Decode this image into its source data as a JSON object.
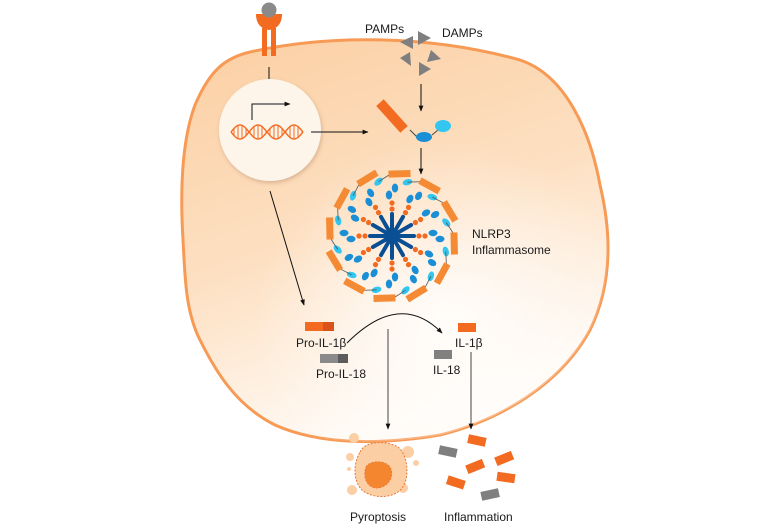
{
  "title": "NLRP3 inflammasome activation pathway",
  "colors": {
    "cell_fill_top": "#fbcfa3",
    "cell_fill_bottom": "#fff7f0",
    "cell_stroke": "#f79a55",
    "orange": "#f26b21",
    "orange_dark": "#d9531a",
    "gray": "#8a8a8a",
    "gray_dark": "#5c5c5c",
    "blue_dark": "#0a4e93",
    "blue_mid": "#1a8fd6",
    "blue_light": "#33c6f0",
    "nucleus_fill": "#fdf5ea",
    "arrow": "#111111"
  },
  "labels": {
    "pamps": "PAMPs",
    "damps": "DAMPs",
    "nlrp3_line1": "NLRP3",
    "nlrp3_line2": "Inflammasome",
    "pro_il1b": "Pro-IL-1β",
    "pro_il18": "Pro-IL-18",
    "il1b": "IL-1β",
    "il18": "IL-18",
    "pyroptosis": "Pyroptosis",
    "inflammation": "Inflammation"
  },
  "nodes": [
    {
      "id": "receptor",
      "label": "membrane receptor with ligand"
    },
    {
      "id": "nucleus",
      "label": "nucleus with DNA transcription"
    },
    {
      "id": "nlrp3-monomer",
      "label": "NLRP3 monomer"
    },
    {
      "id": "inflammasome",
      "label": "NLRP3 Inflammasome"
    },
    {
      "id": "pro-cytokines",
      "label": "Pro-IL-1β / Pro-IL-18"
    },
    {
      "id": "mature-cytokines",
      "label": "IL-1β / IL-18"
    },
    {
      "id": "pyroptosis",
      "label": "Pyroptosis"
    },
    {
      "id": "inflammation",
      "label": "Inflammation"
    }
  ],
  "edges": [
    {
      "from": "receptor",
      "to": "nucleus"
    },
    {
      "from": "nucleus",
      "to": "nlrp3-monomer"
    },
    {
      "from": "pamps-damps",
      "to": "nlrp3-monomer"
    },
    {
      "from": "nlrp3-monomer",
      "to": "inflammasome"
    },
    {
      "from": "nucleus",
      "to": "pro-cytokines"
    },
    {
      "from": "pro-cytokines",
      "to": "mature-cytokines"
    },
    {
      "from": "inflammasome",
      "to": "pyroptosis"
    },
    {
      "from": "mature-cytokines",
      "to": "inflammation"
    }
  ],
  "inflammasome_arms": 12
}
